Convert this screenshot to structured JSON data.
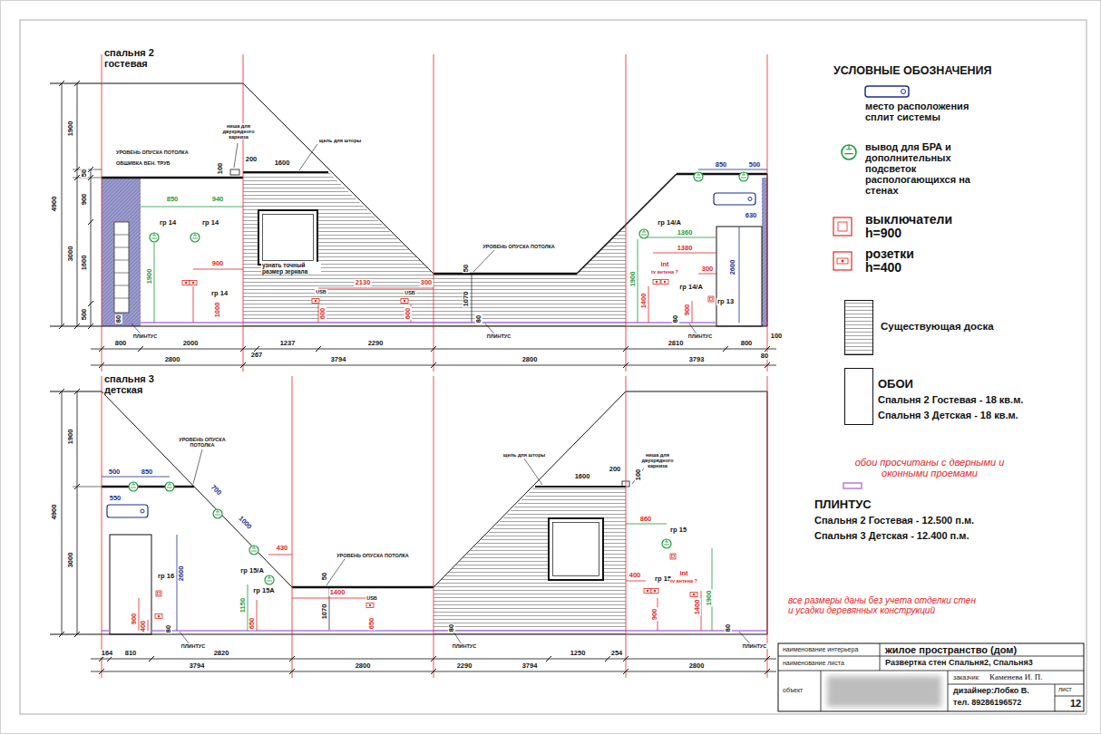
{
  "diagram": {
    "labels": [
      "спальня 2 гостевая",
      "4900",
      "1900",
      "3000",
      "50",
      "900",
      "1600",
      "500",
      "УРОВЕНЬ ОПУСКА ПОТОЛКА",
      "ОБШИВКА ВЕН. ТРУБ",
      "ниша для двухрядного карниза",
      "100",
      "200",
      "1600",
      "щель для шторы",
      "850",
      "940",
      "гр 14",
      "гр 14",
      "1900",
      "900",
      "гр 14",
      "1000",
      "80",
      "узнать точный размер зеркала",
      "USB",
      "600",
      "2130",
      "USB",
      "300",
      "600",
      "УРОВЕНЬ ОПУСКА ПОТОЛКА",
      "50",
      "1070",
      "80",
      "ПЛИНТУС",
      "850",
      "500",
      "630",
      "гр 14/А",
      "1360",
      "1380",
      "int",
      "tv антена ?",
      "300",
      "гр 14/А",
      "гр 13",
      "1900",
      "1400",
      "900",
      "80",
      "2600",
      "ПЛИНТУС",
      "800",
      "2000",
      "267",
      "1237",
      "2290",
      "2810",
      "ПЛИНТУС",
      "800",
      "100",
      "80",
      "2800",
      "3794",
      "2800",
      "3793",
      "спальня 3 детская",
      "4900",
      "1900",
      "3000",
      "УРОВЕНЬ ОПУСКА ПОТОЛКА",
      "500",
      "850",
      "550",
      "700",
      "1000",
      "430",
      "2600",
      "гр 16",
      "гр 15/А",
      "гр 15А",
      "900",
      "400",
      "1150",
      "650",
      "80",
      "ПЛИНТУС",
      "164",
      "810",
      "2820",
      "3794",
      "УРОВЕНЬ ОПУСКА ПОТОЛКА",
      "50",
      "1070",
      "1400",
      "USB",
      "650",
      "2800",
      "щель для шторы",
      "1600",
      "200",
      "100",
      "ниша для двухрядного карниза",
      "80",
      "ПЛИНТУС",
      "2290",
      "1250",
      "254",
      "3794",
      "860",
      "гр 15",
      "400",
      "гр 15",
      "int",
      "tv антена ?",
      "1900",
      "1400",
      "900",
      "80",
      "ПЛИНТУС",
      "2800",
      "УСЛОВНЫЕ ОБОЗНАЧЕНИЯ",
      "Спальня 2 Гостевая - 18 кв.м.",
      "Спальня 3 Детская - 18 кв.м.",
      "обои просчитаны с дверными и оконными проемами",
      "Спальня 2 Гостевая - 12.500 п.м.",
      "Спальня 3 Детская - 12.400 п.м.",
      "все размеры даны без учета отделки стен и усадки деревянных конструкций",
      "наименование интерьера",
      "жилое пространство (дом)",
      "наименование листа",
      "Развертка стен Спальня2, Спальня3",
      "объект",
      "заказчик:",
      "Каменева И. П.",
      "дизайнер:Лобко В.",
      "тел. 89286196572",
      "лист",
      "12"
    ],
    "legend": [
      {
        "text": "место расположения сплит системы"
      },
      {
        "text": "вывод для БРА и дополнительных подсветок распологающихся на стенах"
      },
      {
        "text": "выключатели h=900"
      },
      {
        "text": "розетки h=400"
      },
      {
        "text": "Существующая доска"
      },
      {
        "text": "ОБОИ"
      },
      {
        "text": "ПЛИНТУС"
      }
    ]
  }
}
